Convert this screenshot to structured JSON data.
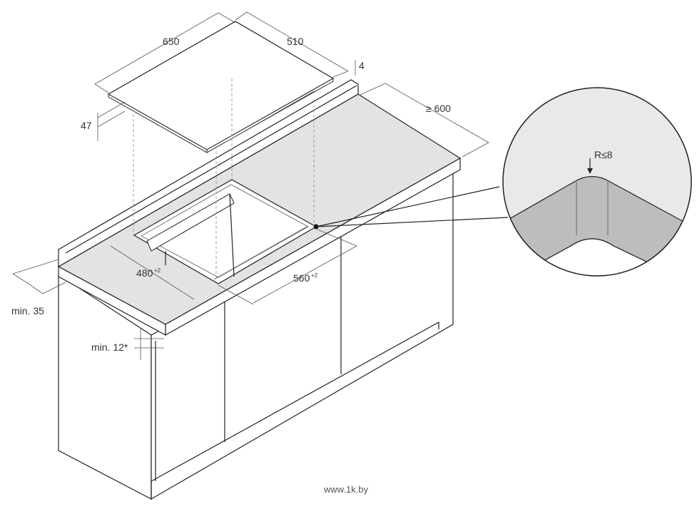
{
  "dimensions": {
    "hob_length": "650",
    "hob_width": "510",
    "hob_glass_thickness": "4",
    "hob_height": "47",
    "rear_clearance": "≥ 600",
    "cutout_depth": "480",
    "cutout_depth_tolerance": "+2",
    "cutout_width": "560",
    "cutout_width_tolerance": "+2",
    "front_margin": "min. 35",
    "gap_below": "min. 12*",
    "corner_radius": "R≤8"
  },
  "watermark": "www.1k.by",
  "colors": {
    "countertop": "#e3e3e3",
    "detail_bg": "#e9e9e9",
    "detail_band": "#bdbdbd",
    "line": "#222222"
  }
}
